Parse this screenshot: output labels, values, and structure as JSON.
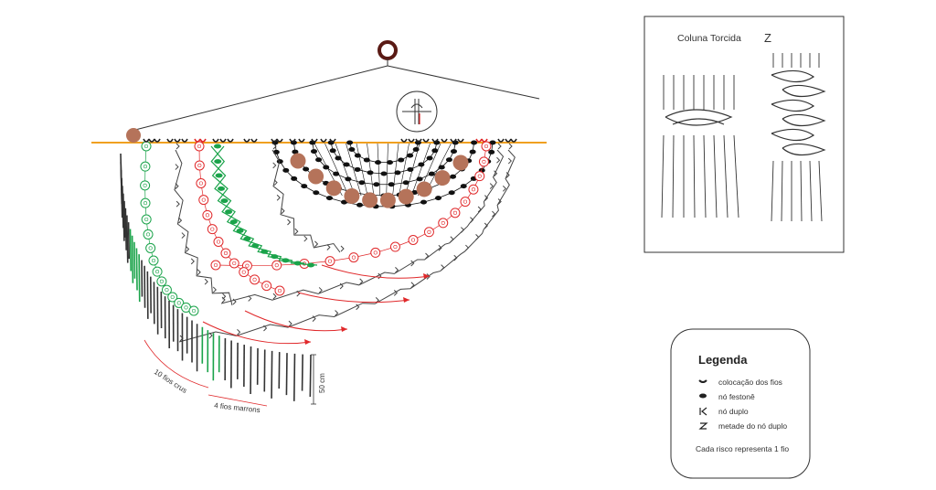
{
  "inset": {
    "title": "Coluna Torcida",
    "glyph": "Z"
  },
  "legend": {
    "title": "Legenda",
    "items": [
      {
        "symbol": "colocacao-icon",
        "label": "colocação dos fios"
      },
      {
        "symbol": "festone-icon",
        "label": "nó festonê"
      },
      {
        "symbol": "double-knot-icon",
        "label": "nó duplo"
      },
      {
        "symbol": "half-knot-icon",
        "label": "metade do nó duplo"
      }
    ],
    "note": "Cada risco representa 1 fio"
  },
  "annotations": {
    "fios_crus": "10 fios crus",
    "fios_marrons": "4 fios marrons",
    "length": "50 cm"
  },
  "colors": {
    "cord": "#333333",
    "bar": "#f0a020",
    "ring": "#5a1a14",
    "bead": "#b5735a",
    "green": "#1aa34a",
    "red": "#e0282a",
    "black": "#111111"
  }
}
